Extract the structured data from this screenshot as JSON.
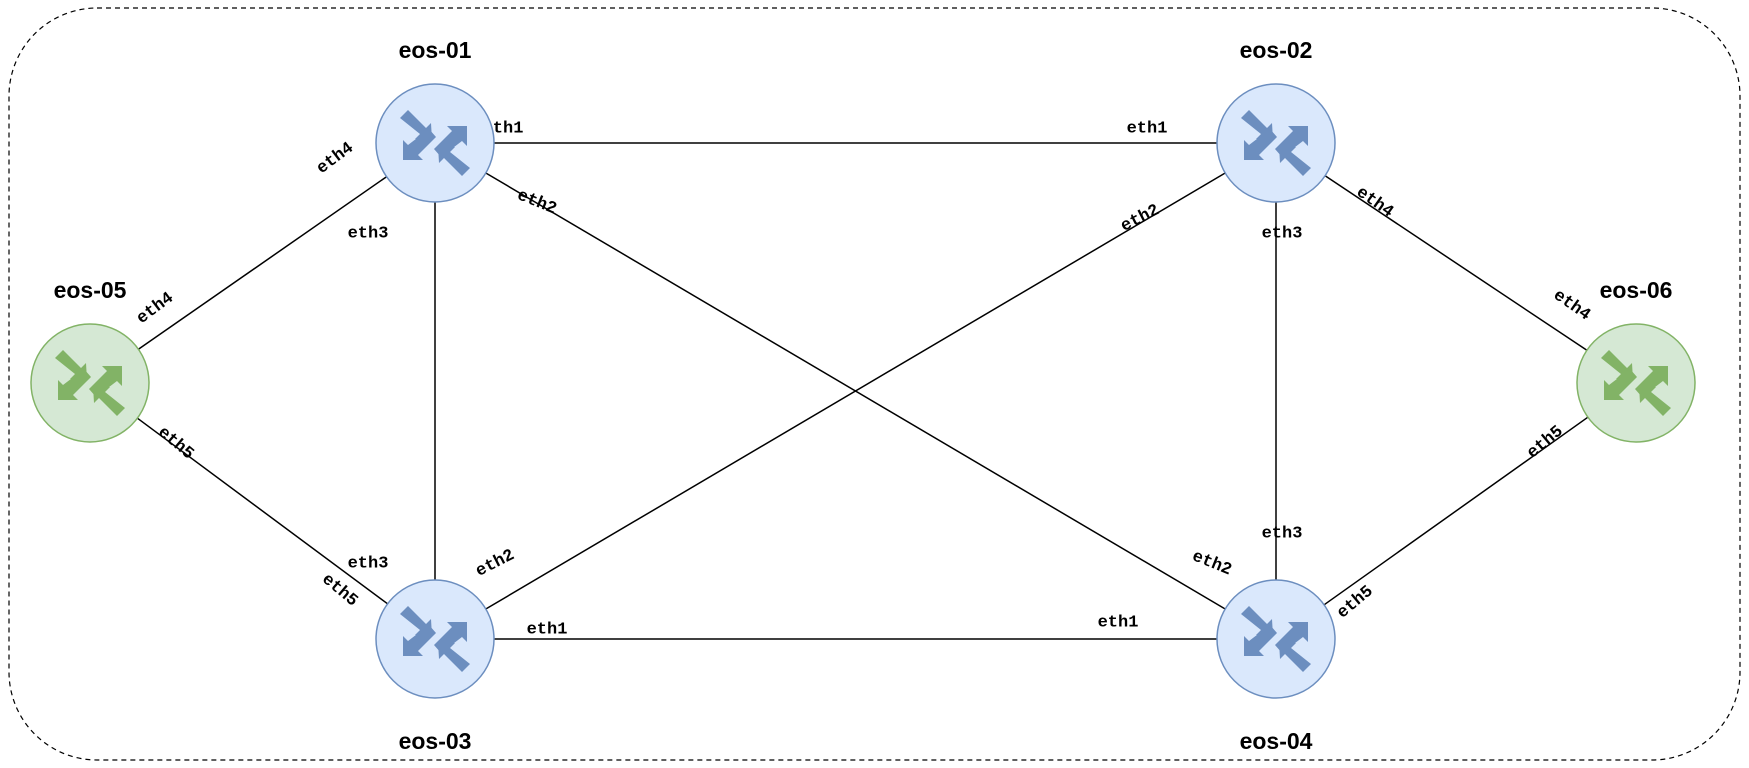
{
  "colors": {
    "core_fill": "#dae8fc",
    "core_stroke": "#6c8ebf",
    "edge_fill": "#d5e8d4",
    "edge_stroke": "#82b366"
  },
  "nodes": [
    {
      "id": "eos-01",
      "label": "eos-01",
      "kind": "core",
      "icon": "router-icon"
    },
    {
      "id": "eos-02",
      "label": "eos-02",
      "kind": "core",
      "icon": "router-icon"
    },
    {
      "id": "eos-03",
      "label": "eos-03",
      "kind": "core",
      "icon": "router-icon"
    },
    {
      "id": "eos-04",
      "label": "eos-04",
      "kind": "core",
      "icon": "router-icon"
    },
    {
      "id": "eos-05",
      "label": "eos-05",
      "kind": "edge",
      "icon": "router-icon"
    },
    {
      "id": "eos-06",
      "label": "eos-06",
      "kind": "edge",
      "icon": "router-icon"
    }
  ],
  "links": [
    {
      "a": "eos-01",
      "a_port": "eth1",
      "b": "eos-02",
      "b_port": "eth1"
    },
    {
      "a": "eos-01",
      "a_port": "eth2",
      "b": "eos-04",
      "b_port": "eth2"
    },
    {
      "a": "eos-01",
      "a_port": "eth3",
      "b": "eos-03",
      "b_port": "eth3"
    },
    {
      "a": "eos-01",
      "a_port": "eth4",
      "b": "eos-05",
      "b_port": "eth4"
    },
    {
      "a": "eos-02",
      "a_port": "eth2",
      "b": "eos-03",
      "b_port": "eth2"
    },
    {
      "a": "eos-02",
      "a_port": "eth3",
      "b": "eos-04",
      "b_port": "eth3"
    },
    {
      "a": "eos-02",
      "a_port": "eth4",
      "b": "eos-06",
      "b_port": "eth4"
    },
    {
      "a": "eos-03",
      "a_port": "eth1",
      "b": "eos-04",
      "b_port": "eth1"
    },
    {
      "a": "eos-03",
      "a_port": "eth5",
      "b": "eos-05",
      "b_port": "eth5"
    },
    {
      "a": "eos-04",
      "a_port": "eth5",
      "b": "eos-06",
      "b_port": "eth5"
    }
  ]
}
